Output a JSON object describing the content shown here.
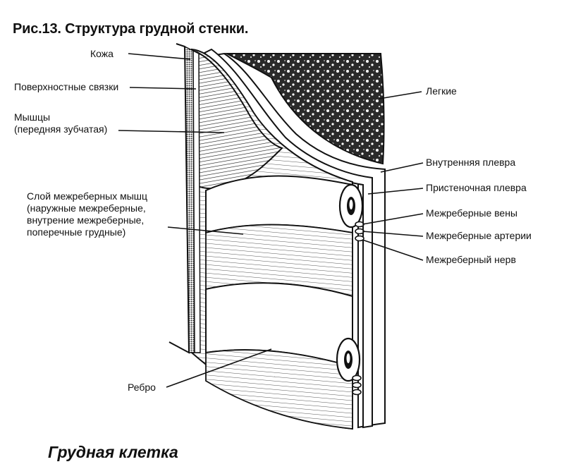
{
  "figure": {
    "title": "Рис.13. Структура грудной стенки.",
    "caption": "Грудная клетка"
  },
  "labels": {
    "skin": "Кожа",
    "superficial_ligaments": "Поверхностные связки",
    "muscles": "Мышцы\n(передняя зубчатая)",
    "intercostal_layer": "Слой межреберных мышц\n(наружные межреберные,\nвнутрение межреберные,\nпоперечные грудные)",
    "rib": "Ребро",
    "lungs": "Легкие",
    "visceral_pleura": "Внутренняя плевра",
    "parietal_pleura": "Пристеночная плевра",
    "intercostal_veins": "Межреберные вены",
    "intercostal_arteries": "Межреберные артерии",
    "intercostal_nerve": "Межреберный нерв"
  }
}
